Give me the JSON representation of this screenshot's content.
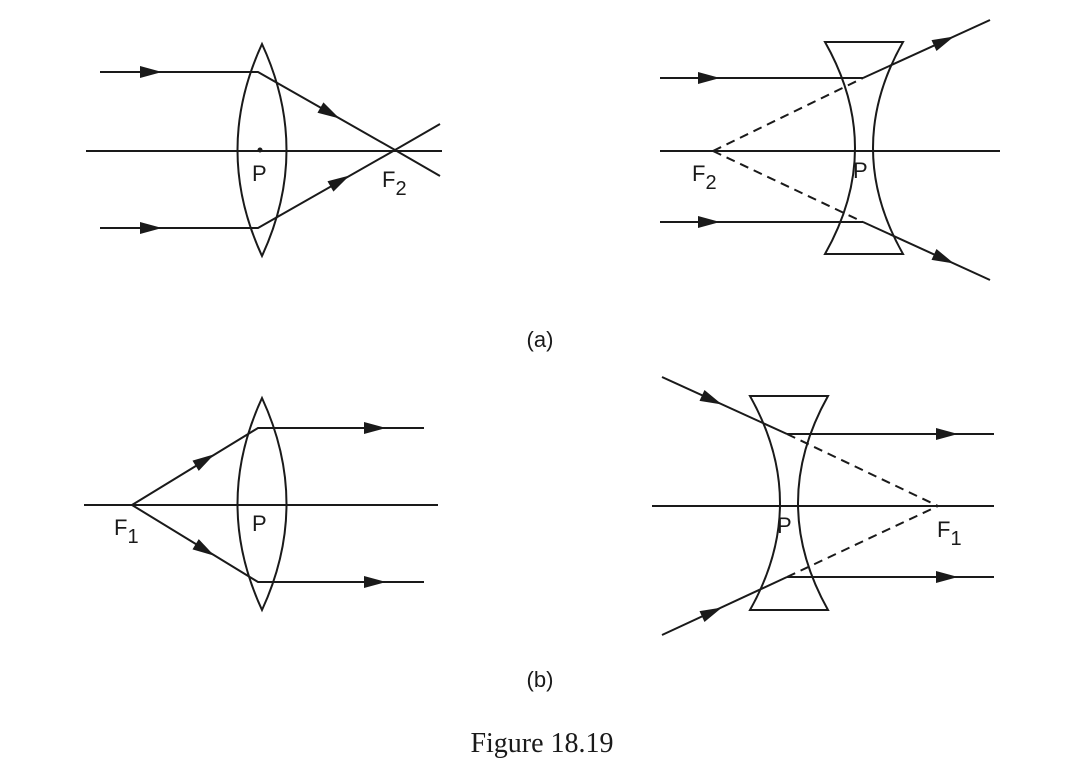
{
  "figure": {
    "caption": "Figure 18.19",
    "panel_a_label": "(a)",
    "panel_b_label": "(b)"
  },
  "labels": {
    "pole": "P",
    "focus_letter": "F",
    "sub_second": "2",
    "sub_first": "1"
  },
  "colors": {
    "ink": "#1a1a1a",
    "background": "#ffffff"
  }
}
